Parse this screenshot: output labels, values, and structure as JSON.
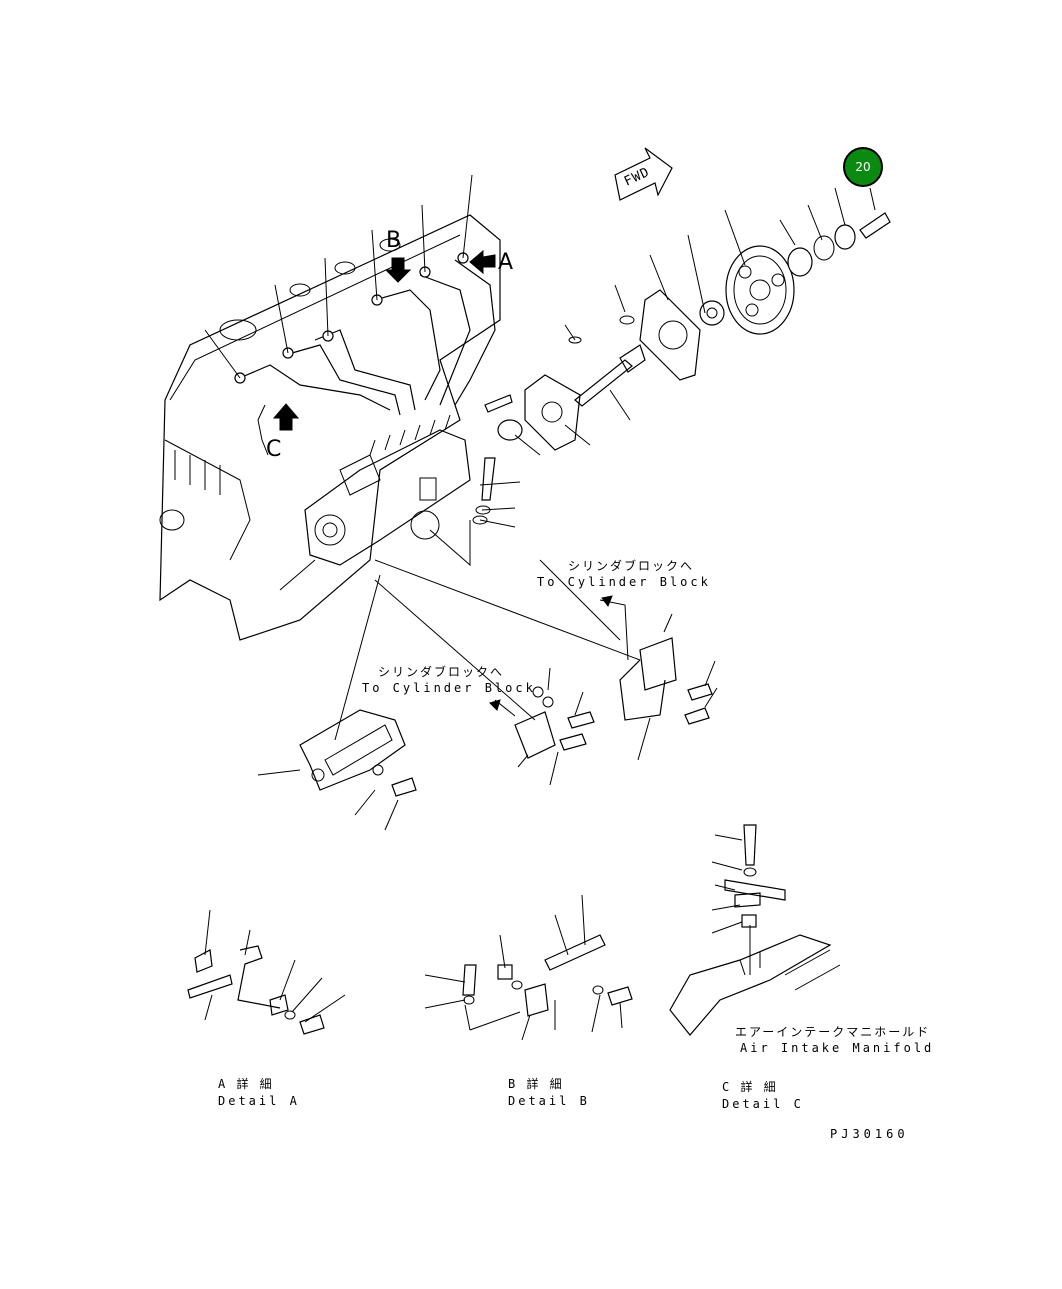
{
  "badge": {
    "number": "20",
    "color": "#0b8a12"
  },
  "markers": {
    "a": "A",
    "b": "B",
    "c": "C",
    "fwd": "FWD"
  },
  "callouts": {
    "to_cylinder_block_1_jp": "シリンダブロックへ",
    "to_cylinder_block_1_en": "To Cylinder Block",
    "to_cylinder_block_2_jp": "シリンダブロックへ",
    "to_cylinder_block_2_en": "To Cylinder Block",
    "air_intake_jp": "エアーインテークマニホールド",
    "air_intake_en": "Air Intake Manifold"
  },
  "details": {
    "a_jp": "A 詳 細",
    "a_en": "Detail A",
    "b_jp": "B 詳 細",
    "b_en": "Detail B",
    "c_jp": "C 詳 細",
    "c_en": "Detail C"
  },
  "drawing_number": "PJ30160"
}
